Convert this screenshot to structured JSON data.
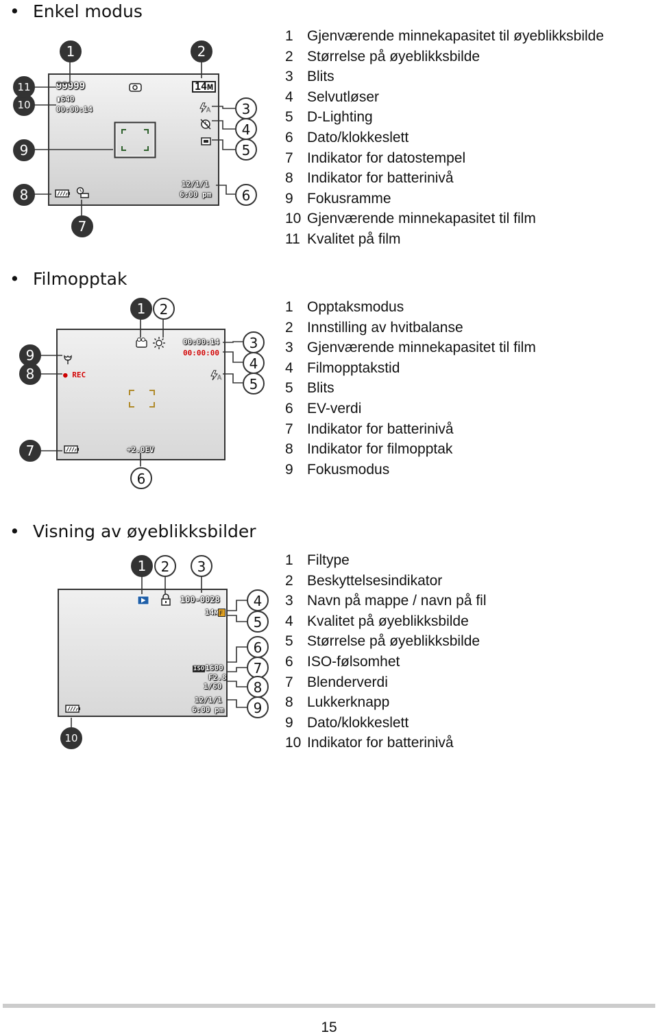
{
  "sections": [
    {
      "title": "Enkel modus",
      "items": [
        {
          "n": "1",
          "text": "Gjenværende minnekapasitet til øyeblikksbilde"
        },
        {
          "n": "2",
          "text": "Størrelse på øyeblikksbilde"
        },
        {
          "n": "3",
          "text": "Blits"
        },
        {
          "n": "4",
          "text": "Selvutløser"
        },
        {
          "n": "5",
          "text": "D-Lighting"
        },
        {
          "n": "6",
          "text": "Dato/klokkeslett"
        },
        {
          "n": "7",
          "text": "Indikator for datostempel"
        },
        {
          "n": "8",
          "text": "Indikator for batterinivå"
        },
        {
          "n": "9",
          "text": "Fokusramme"
        },
        {
          "n": "10",
          "text": "Gjenværende minnekapasitet til film"
        },
        {
          "n": "11",
          "text": "Kvalitet på film"
        }
      ],
      "screen": {
        "shots": "99999",
        "video_quality": "640",
        "video_time": "00:00:14",
        "size": "14м",
        "date": "12/1/1",
        "time": "6:00 pm"
      }
    },
    {
      "title": "Filmopptak",
      "items": [
        {
          "n": "1",
          "text": "Opptaksmodus"
        },
        {
          "n": "2",
          "text": "Innstilling av hvitbalanse"
        },
        {
          "n": "3",
          "text": "Gjenværende minnekapasitet til film"
        },
        {
          "n": "4",
          "text": "Filmopptakstid"
        },
        {
          "n": "5",
          "text": "Blits"
        },
        {
          "n": "6",
          "text": "EV-verdi"
        },
        {
          "n": "7",
          "text": "Indikator for batterinivå"
        },
        {
          "n": "8",
          "text": "Indikator for filmopptak"
        },
        {
          "n": "9",
          "text": "Fokusmodus"
        }
      ],
      "screen": {
        "remaining": "00:00:14",
        "rec_time": "00:00:00",
        "rec": "REC",
        "ev": "+2.0EV"
      }
    },
    {
      "title": "Visning av øyeblikksbilder",
      "items": [
        {
          "n": "1",
          "text": "Filtype"
        },
        {
          "n": "2",
          "text": "Beskyttelsesindikator"
        },
        {
          "n": "3",
          "text": "Navn på mappe / navn på fil"
        },
        {
          "n": "4",
          "text": "Kvalitet på øyeblikksbilde"
        },
        {
          "n": "5",
          "text": "Størrelse på øyeblikksbilde"
        },
        {
          "n": "6",
          "text": "ISO-følsomhet"
        },
        {
          "n": "7",
          "text": "Blenderverdi"
        },
        {
          "n": "8",
          "text": "Lukkerknapp"
        },
        {
          "n": "9",
          "text": "Dato/klokkeslett"
        },
        {
          "n": "10",
          "text": "Indikator for batterinivå"
        }
      ],
      "screen": {
        "file": "100-0028",
        "size": "14м",
        "iso_label": "ISO",
        "iso": "1600",
        "aperture": "F2.8",
        "shutter": "1/60",
        "date": "12/1/1",
        "time": "6:00 pm"
      }
    }
  ],
  "callouts": {
    "s1": [
      "1",
      "2",
      "3",
      "4",
      "5",
      "6",
      "7",
      "8",
      "9",
      "10",
      "11"
    ],
    "s2": [
      "1",
      "2",
      "3",
      "4",
      "5",
      "6",
      "7",
      "8",
      "9"
    ],
    "s3": [
      "1",
      "2",
      "3",
      "4",
      "5",
      "6",
      "7",
      "8",
      "9",
      "10"
    ]
  },
  "icons": [
    "battery-icon",
    "flash-auto-icon",
    "self-timer-off-icon",
    "d-lighting-icon",
    "scene-icon",
    "date-stamp-icon",
    "movie-mode-icon",
    "white-balance-icon",
    "macro-icon",
    "play-icon",
    "lock-icon"
  ],
  "bullet": "•",
  "page_number": "15"
}
